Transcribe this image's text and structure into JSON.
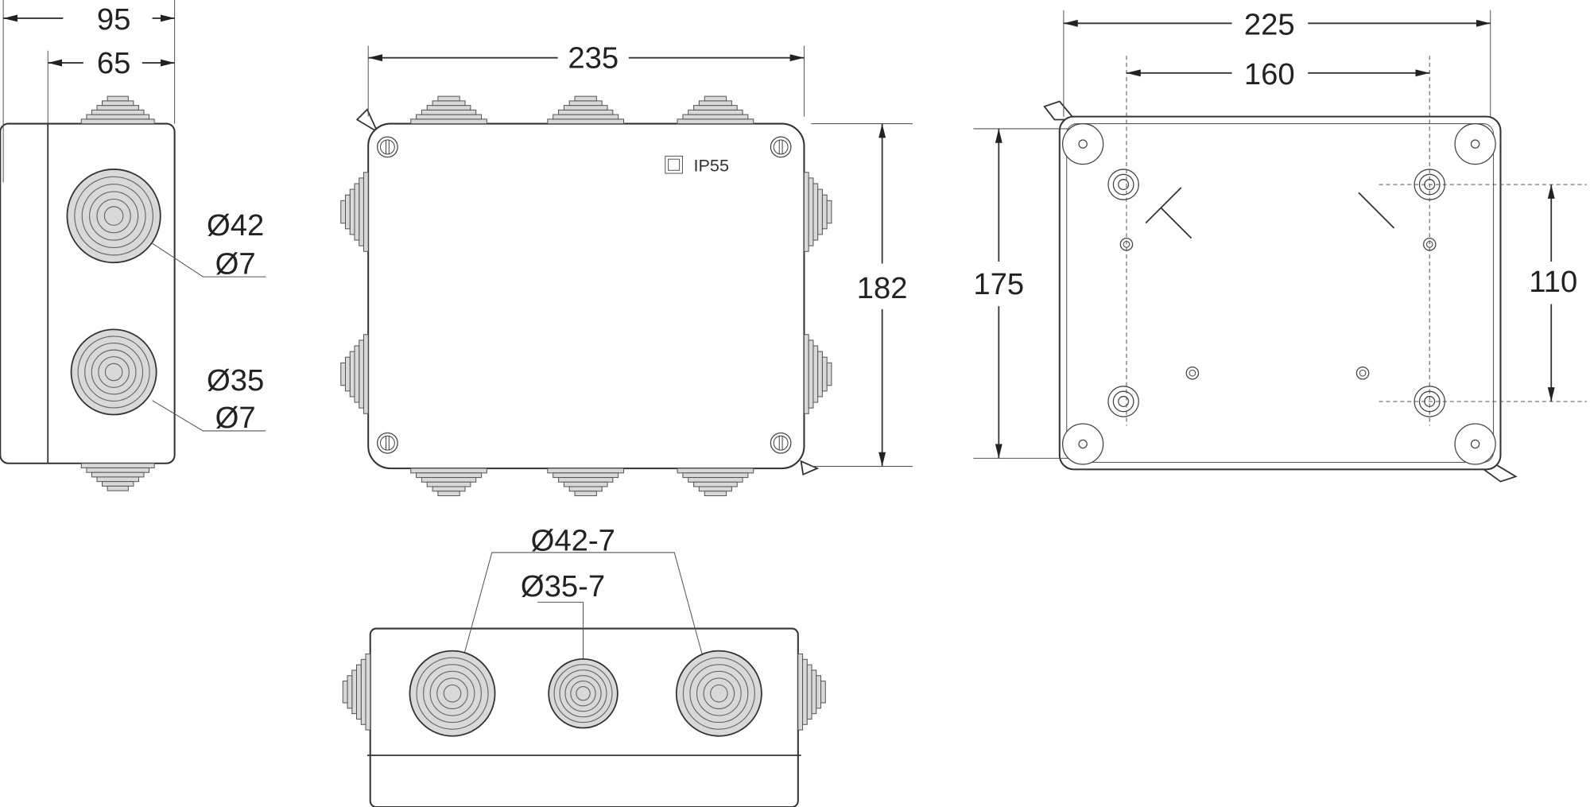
{
  "drawing": {
    "side_view": {
      "overall_width": "95",
      "inner_width": "65",
      "large_gland": [
        "Ø42",
        "Ø7"
      ],
      "small_gland": [
        "Ø35",
        "Ø7"
      ]
    },
    "front_view": {
      "width": "235",
      "height": "182",
      "rating": "IP55"
    },
    "back_view": {
      "width": "225",
      "hole_spacing_x": "160",
      "height": "175",
      "hole_spacing_y": "110"
    },
    "bottom_view": {
      "large_gland": "Ø42-7",
      "small_gland": "Ø35-7"
    }
  },
  "colors": {
    "line": "#333333",
    "gland_fill": "#d9d9d9"
  }
}
